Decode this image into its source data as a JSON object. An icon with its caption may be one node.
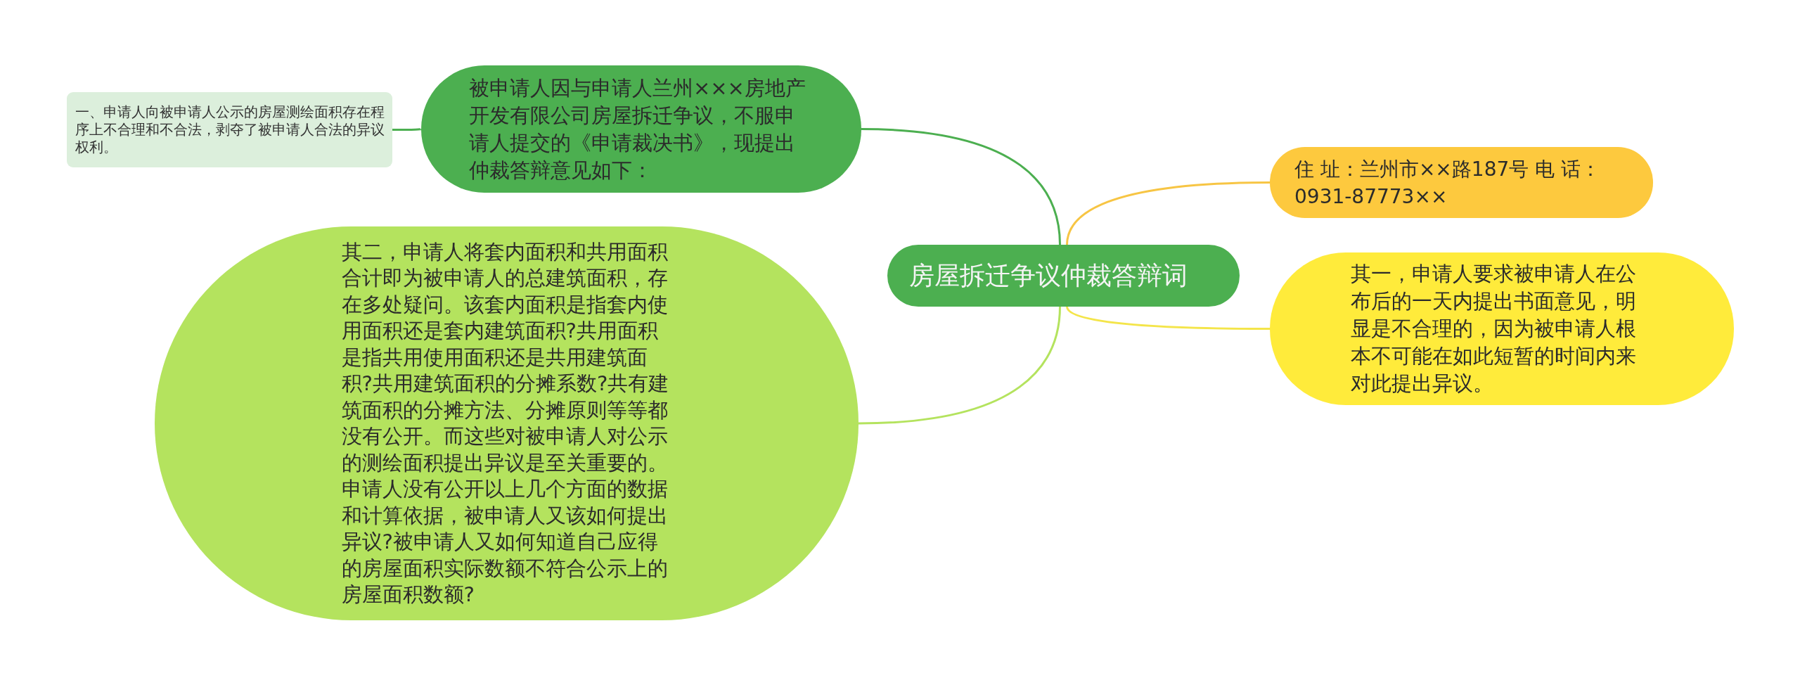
{
  "diagram": {
    "nodes": [
      {
        "text": [
          "房屋拆迁争议仲裁答辩词"
        ]
      },
      {
        "text": [
          "被申请人因与申请人兰州×××房地产开发有限公司房屋拆迁争议，不服申请人提交的《申请裁决书》，现提出仲裁答辩意见如下："
        ]
      },
      {
        "text": [
          "一、申请人向被申请人公示的房屋测绘面积存在程序上不合理和不合法，剥夺了被申请人合法的异议权利。"
        ]
      },
      {
        "text": [
          "住 址：兰州市××路187号 电 话：0931-87773××"
        ]
      },
      {
        "text": [
          "其一，申请人要求被申请人在公布后的一天内提出书面意见，明显是不合理的，因为被申请人根本不可能在如此短暂的时间内来对此提出异议。"
        ]
      },
      {
        "text": [
          "其二，申请人将套内面积和共用面积合计即为被申请人的总建筑面积，存在多处疑问。该套内面积是指套内使用面积还是套内建筑面积?共用面积是指共用使用面积还是共用建筑面积?共用建筑面积的分摊系数?共有建筑面积的分摊方法、分摊原则等等都没有公开。而这些对被申请人对公示的测绘面积提出异议是至关重要的。申请人没有公开以上几个方面的数据和计算依据，被申请人又该如何提出异议?被申请人又如何知道自己应得的房屋面积实际数额不符合公示上的房屋面积数额?"
        ]
      }
    ],
    "edges": [
      {
        "from": 0,
        "to": 1,
        "arrow": "none"
      },
      {
        "from": 1,
        "to": 2,
        "arrow": "none"
      },
      {
        "from": 0,
        "to": 3,
        "arrow": "none",
        "color": "#f7c544"
      },
      {
        "from": 0,
        "to": 4,
        "arrow": "none",
        "color": "#f4e54a"
      },
      {
        "from": 0,
        "to": 5,
        "arrow": "none",
        "color": "#b4e35e"
      }
    ]
  }
}
